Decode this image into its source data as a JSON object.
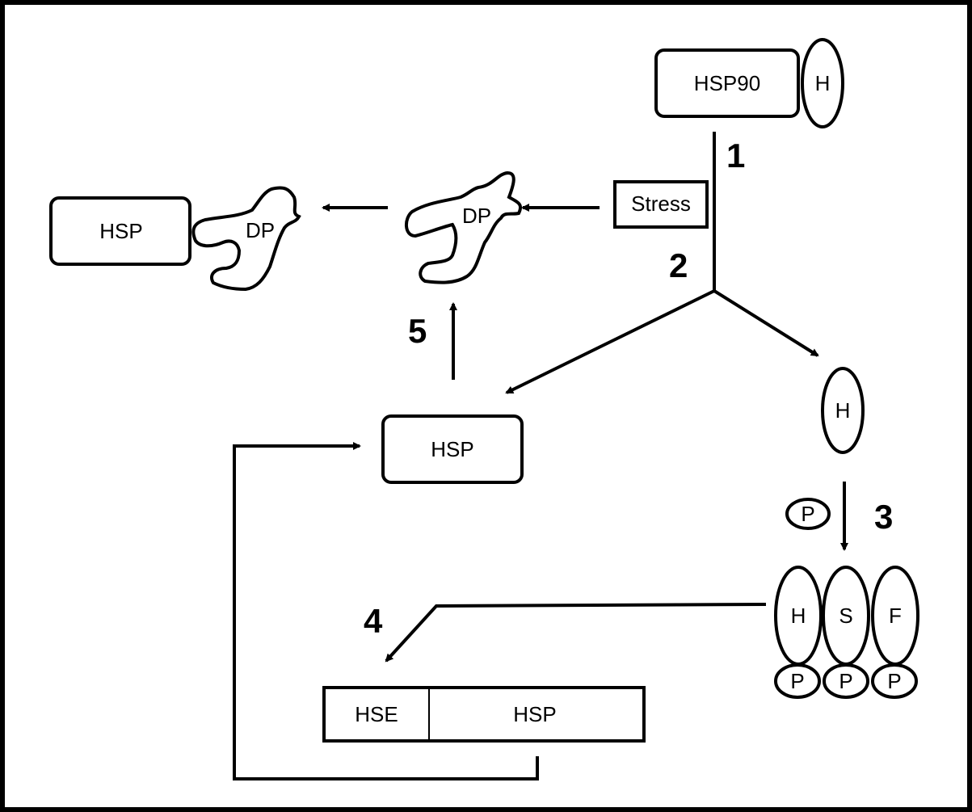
{
  "labels": {
    "hsp90": "HSP90",
    "h_bound": "H",
    "stress": "Stress",
    "hsp_complex": "HSP",
    "dp_complex": "DP",
    "dp_free": "DP",
    "hsp_free": "HSP",
    "h_free": "H",
    "p_free": "P",
    "trimer_h": "H",
    "trimer_s": "S",
    "trimer_f": "F",
    "trimer_p1": "P",
    "trimer_p2": "P",
    "trimer_p3": "P",
    "hse": "HSE",
    "hsp_gene": "HSP"
  },
  "steps": [
    "1",
    "2",
    "3",
    "4",
    "5"
  ]
}
